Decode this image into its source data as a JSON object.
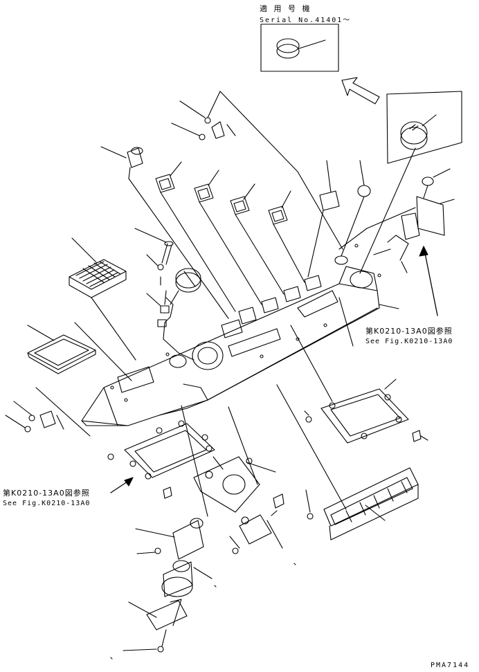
{
  "header": {
    "applicable_title": "適 用 号 機",
    "serial": "Serial No.41401～"
  },
  "references": [
    {
      "jp": "第K0210-13A0図参照",
      "en": "See Fig.K0210-13A0"
    },
    {
      "jp": "第K0210-13A0図参照",
      "en": "See Fig.K0210-13A0"
    }
  ],
  "drawing_code": "PMA7144"
}
